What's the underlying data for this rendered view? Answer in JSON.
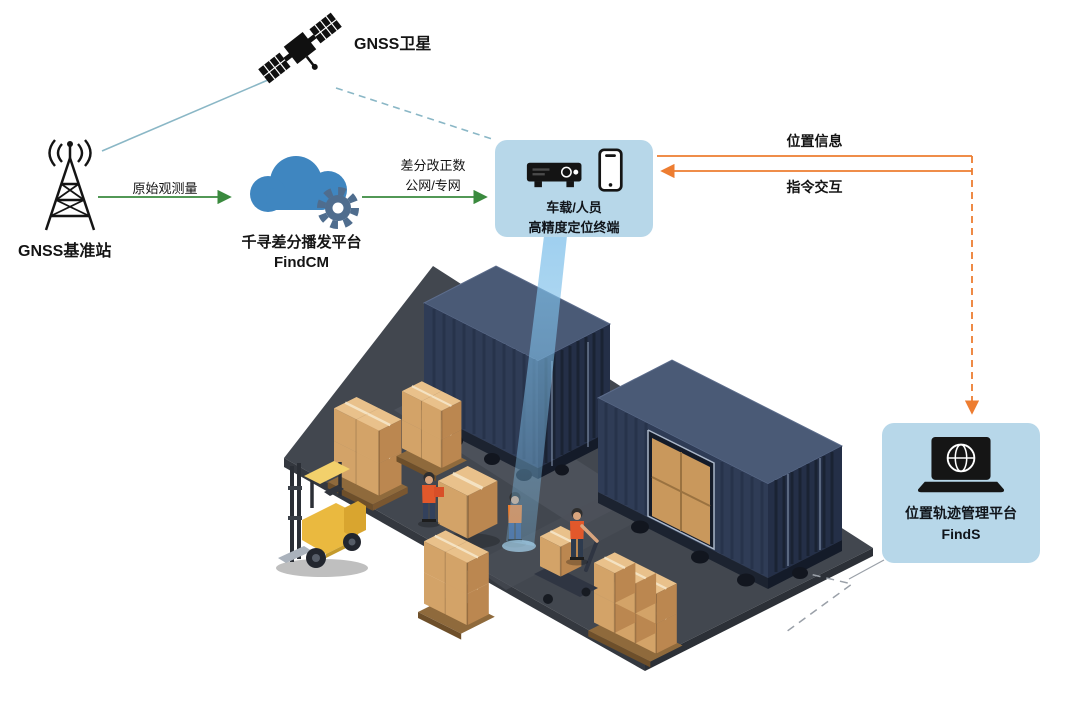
{
  "diagram": {
    "satellite": {
      "label": "GNSS卫星",
      "icon": "satellite-icon"
    },
    "base_station": {
      "label": "GNSS基准站",
      "icon": "radio-tower-icon"
    },
    "cloud_platform": {
      "name": "千寻差分播发平台",
      "product": "FindCM",
      "icon": "cloud-gear-icon"
    },
    "terminal": {
      "line1": "车载/人员",
      "line2": "高精度定位终端",
      "icons": [
        "receiver-icon",
        "smartphone-icon"
      ]
    },
    "management_platform": {
      "name": "位置轨迹管理平台",
      "product": "FindS",
      "icon": "laptop-globe-icon"
    },
    "flows": {
      "raw_observation": "原始观测量",
      "correction_data": "差分改正数",
      "network": "公网/专网",
      "position_info": "位置信息",
      "command_interaction": "指令交互"
    },
    "colors": {
      "node_bg": "#b7d7e9",
      "cloud_blue": "#3f86c0",
      "flow_green": "#3a8a3e",
      "flow_orange": "#ed7d31",
      "link_teal": "#8ab7c6",
      "container_navy": "#2f3c56",
      "ground_gray": "#42474f",
      "carton_tan": "#d3a368",
      "forklift_yellow": "#e9b93c",
      "beam_blue": "#7fc0ea"
    }
  }
}
